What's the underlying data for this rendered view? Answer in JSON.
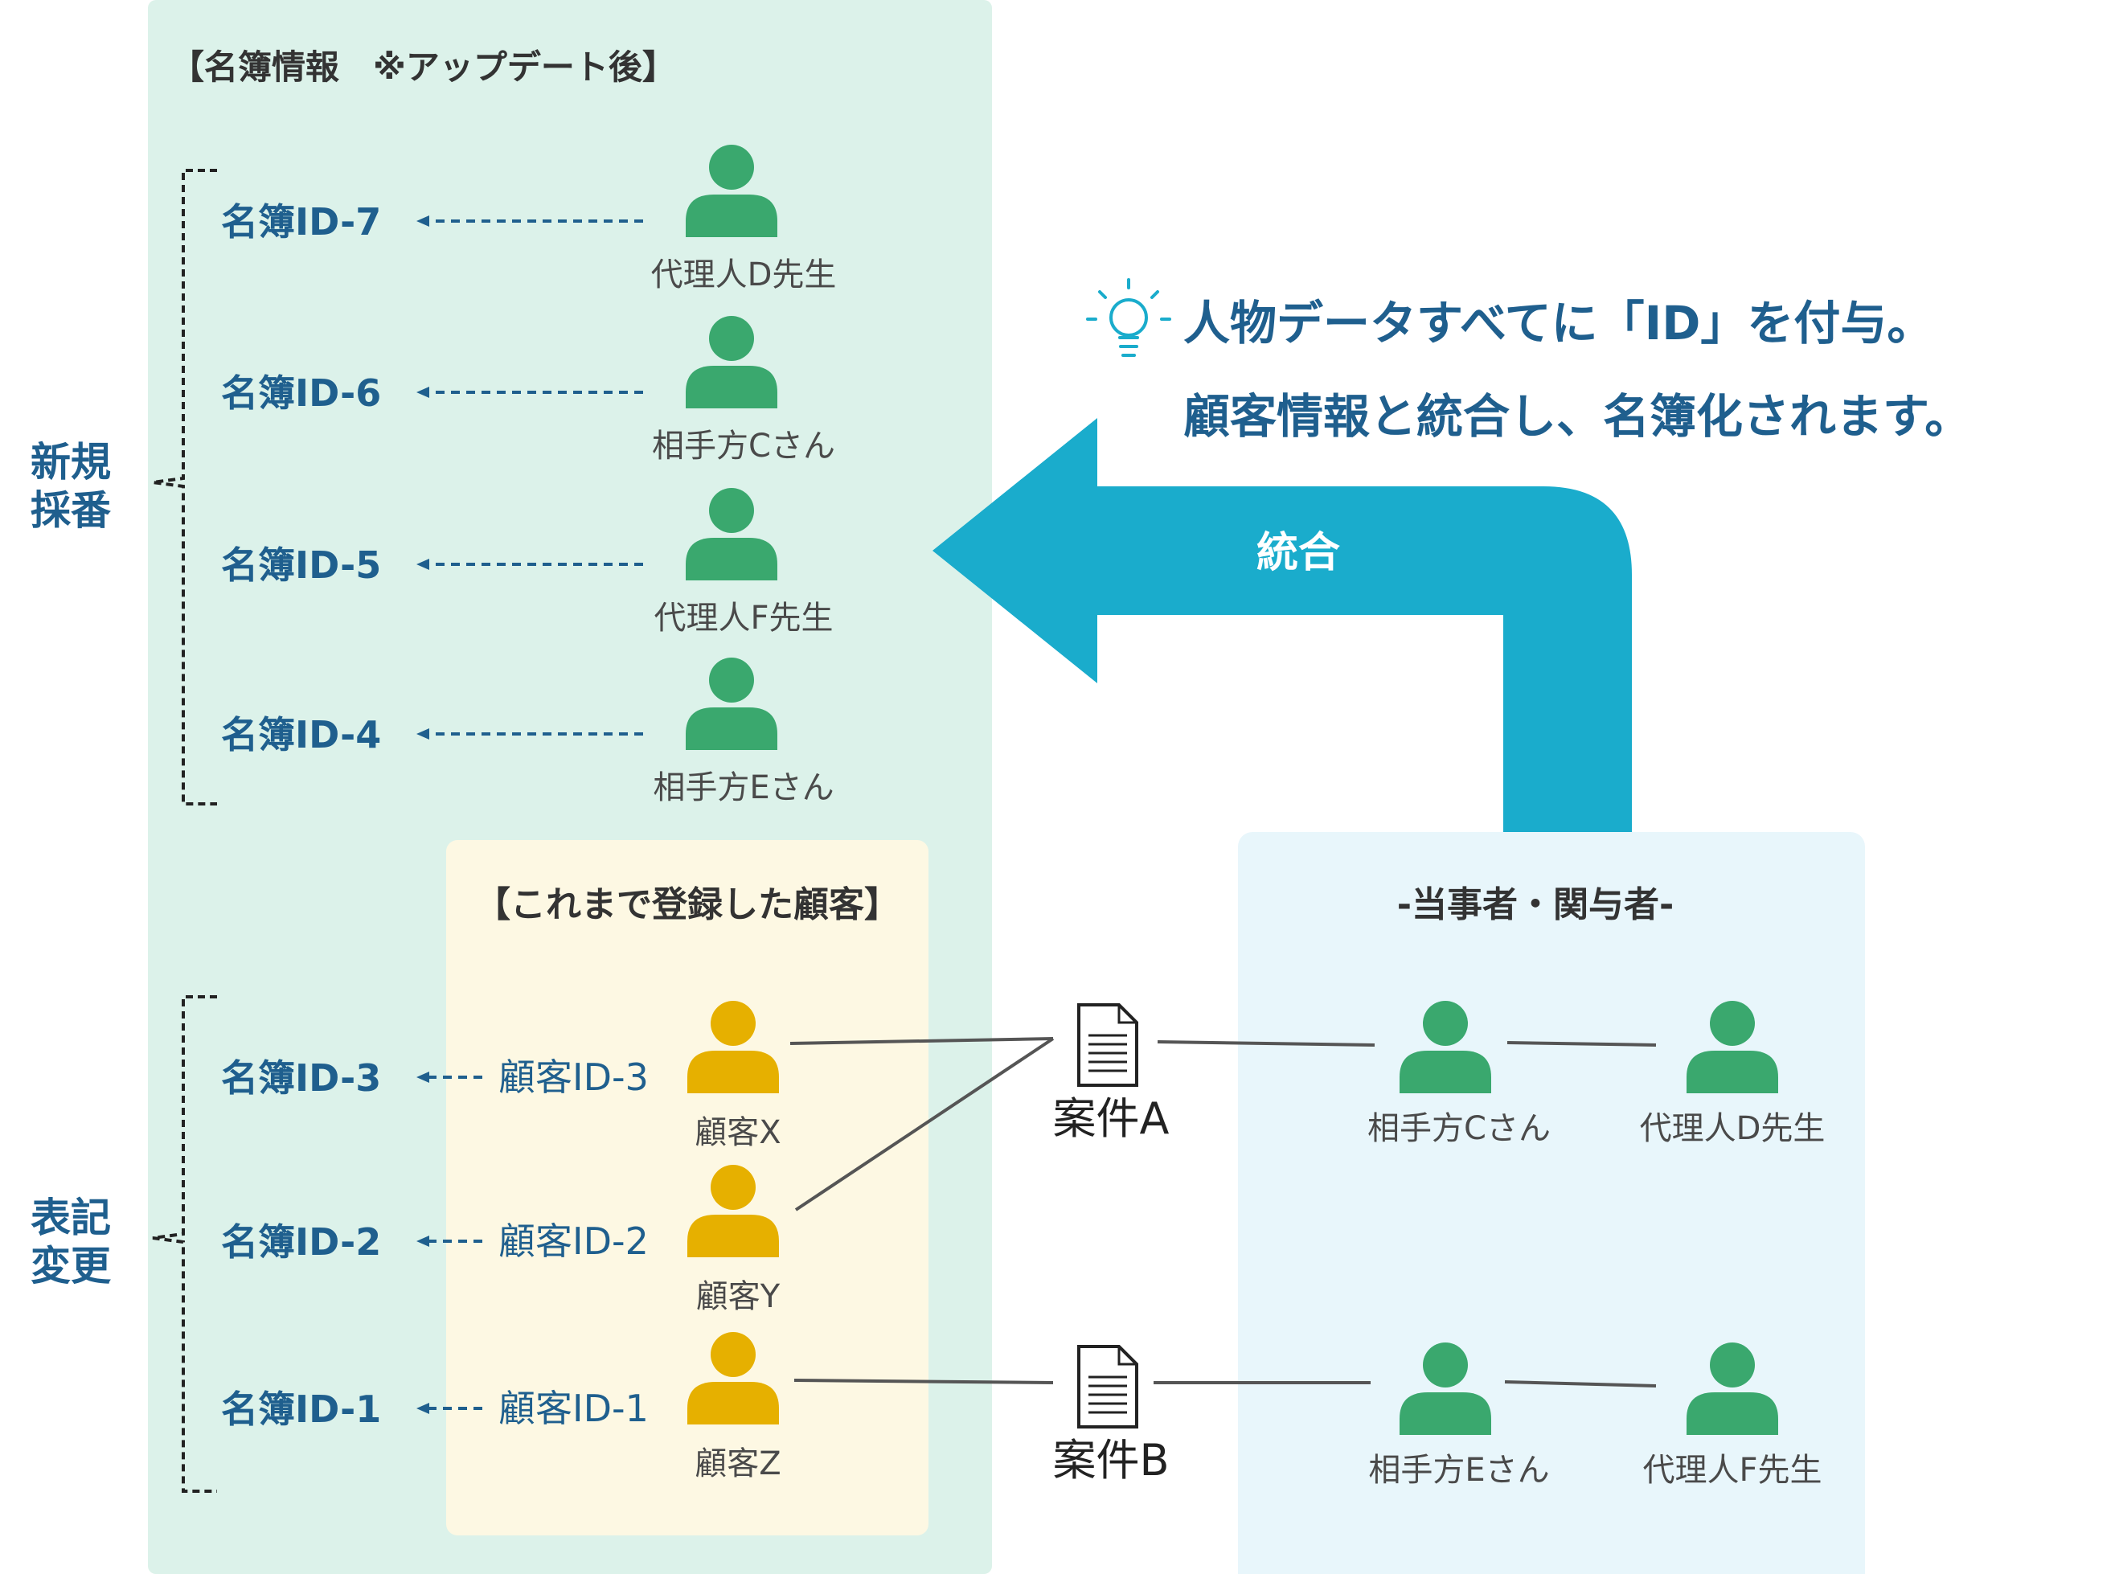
{
  "colors": {
    "registry_bg": "#dcf2ea",
    "existing_bg": "#fdf8e3",
    "parties_bg": "#e8f6fb",
    "green_person": "#3aa86e",
    "yellow_person": "#e6b000",
    "arrow": "#1aaccc",
    "id_text": "#1f5f8e",
    "dark_text": "#333333",
    "gray_text": "#4a4a4a"
  },
  "icons": {
    "person": "person-icon",
    "document": "document-icon",
    "idea": "lightbulb-icon"
  },
  "registry": {
    "title": "【名簿情報　※アップデート後】",
    "group_new": [
      "新規",
      "採番"
    ],
    "group_changed": [
      "表記",
      "変更"
    ],
    "new_entries": [
      {
        "id": "名簿ID-7",
        "person": "代理人D先生"
      },
      {
        "id": "名簿ID-6",
        "person": "相手方Cさん"
      },
      {
        "id": "名簿ID-5",
        "person": "代理人F先生"
      },
      {
        "id": "名簿ID-4",
        "person": "相手方Eさん"
      }
    ],
    "existing_entries": [
      {
        "id": "名簿ID-3",
        "customer_id": "顧客ID-3",
        "person": "顧客X"
      },
      {
        "id": "名簿ID-2",
        "customer_id": "顧客ID-2",
        "person": "顧客Y"
      },
      {
        "id": "名簿ID-1",
        "customer_id": "顧客ID-1",
        "person": "顧客Z"
      }
    ]
  },
  "existing": {
    "title": "【これまで登録した顧客】"
  },
  "cases": [
    {
      "label": "案件A"
    },
    {
      "label": "案件B"
    }
  ],
  "parties": {
    "title": "-当事者・関与者-",
    "rows": [
      {
        "other": "相手方Cさん",
        "agent": "代理人D先生"
      },
      {
        "other": "相手方Eさん",
        "agent": "代理人F先生"
      }
    ]
  },
  "merge": {
    "label": "統合"
  },
  "callout": {
    "line1": "人物データすべてに「ID」を付与。",
    "line2": "顧客情報と統合し、名簿化されます。"
  }
}
